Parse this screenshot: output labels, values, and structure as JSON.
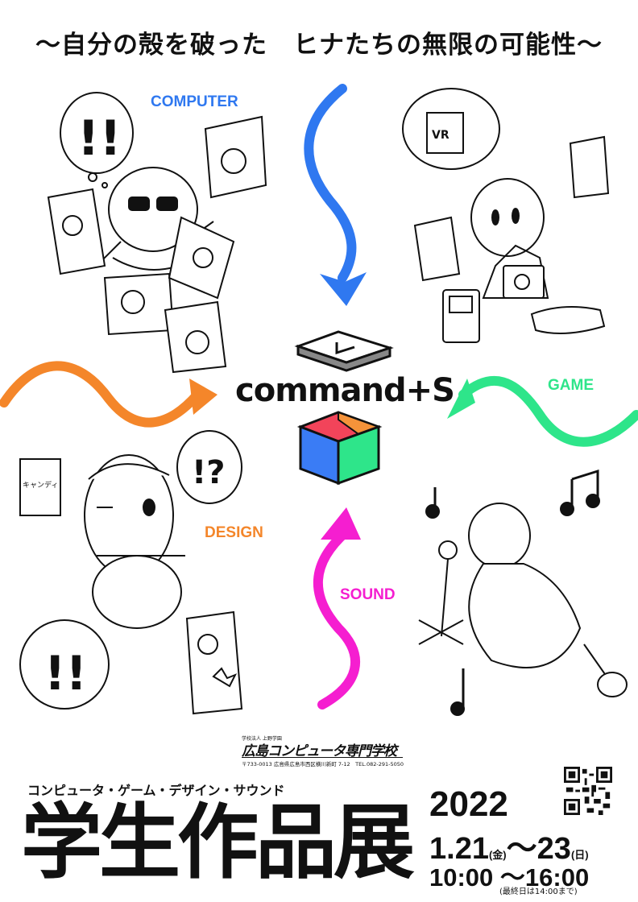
{
  "poster": {
    "headline": "〜自分の殻を破った　ヒナたちの無限の可能性〜",
    "categories": {
      "computer": "COMPUTER",
      "game": "GAME",
      "design": "DESIGN",
      "sound": "SOUND"
    },
    "logo": {
      "text": "command+S",
      "key_glyph": "↵"
    },
    "illustration_text": {
      "exclaim_top": "!!",
      "exclaim_bottom": "!!",
      "question_bubble": "!?",
      "vr_label": "VR",
      "candy_label": "キャンディ"
    },
    "colors": {
      "computer": "#2f78f0",
      "game": "#2ee58a",
      "design": "#f4862a",
      "sound": "#f51ed0",
      "cube_red": "#f2445a",
      "cube_orange": "#f5933a",
      "cube_blue": "#3a7cf5",
      "cube_green": "#2ee58a"
    },
    "icons": [
      "arrow-computer-icon",
      "arrow-game-icon",
      "arrow-design-icon",
      "arrow-sound-icon",
      "key-logo-icon",
      "cube-logo-icon",
      "qr-code-icon"
    ]
  },
  "school": {
    "label": "学校法人 上野学園",
    "name": "広島コンピュータ専門学校",
    "address": "〒733-0013 広島県広島市西区横川新町 7-12　TEL.082-291-5050"
  },
  "event": {
    "fields": "コンピュータ・ゲーム・デザイン・サウンド",
    "title": "学生作品展",
    "year": "2022",
    "date_start": "1.21",
    "date_start_day": "(金)",
    "date_sep": "〜",
    "date_end": "23",
    "date_end_day": "(日)",
    "hours": "10:00 〜16:00",
    "note": "(最終日は14:00まで)"
  }
}
